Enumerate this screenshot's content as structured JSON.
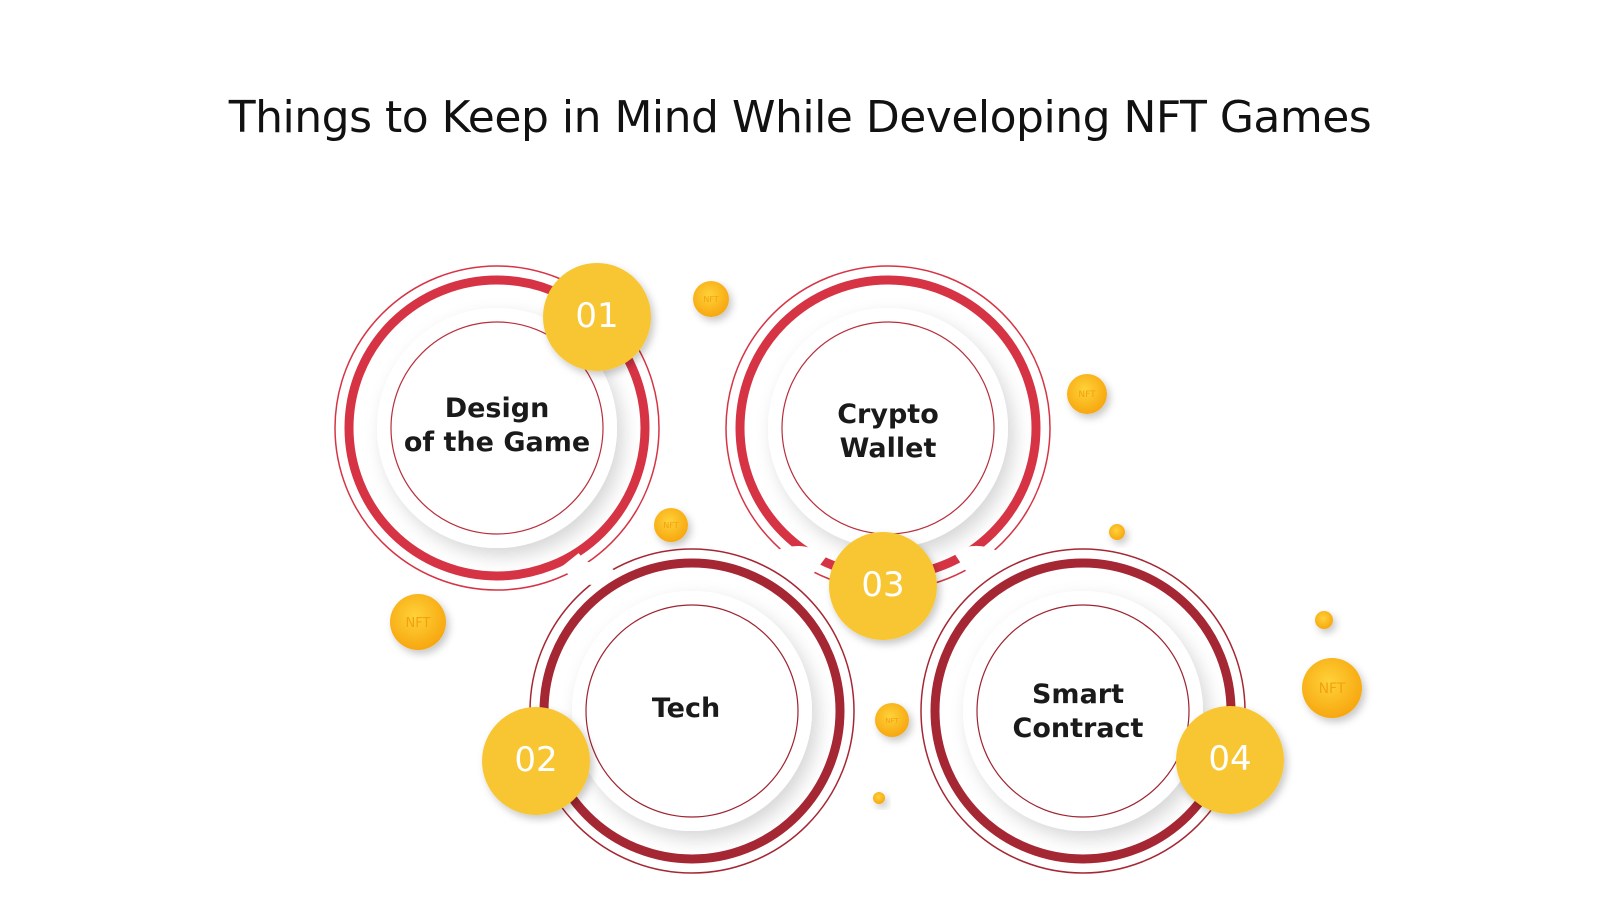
{
  "title": "Things to Keep in Mind While Developing NFT Games",
  "steps": [
    {
      "number": "01",
      "line1": "Design",
      "line2": "of the Game"
    },
    {
      "number": "02",
      "line1": "Tech",
      "line2": ""
    },
    {
      "number": "03",
      "line1": "Crypto",
      "line2": "Wallet"
    },
    {
      "number": "04",
      "line1": "Smart",
      "line2": "Contract"
    }
  ],
  "coin_text": "NFT",
  "colors": {
    "ring_red": "#d63444",
    "ring_dark_red": "#a52733",
    "badge_yellow": "#f8c630",
    "coin_orange": "#fbb51c",
    "text": "#111111"
  }
}
